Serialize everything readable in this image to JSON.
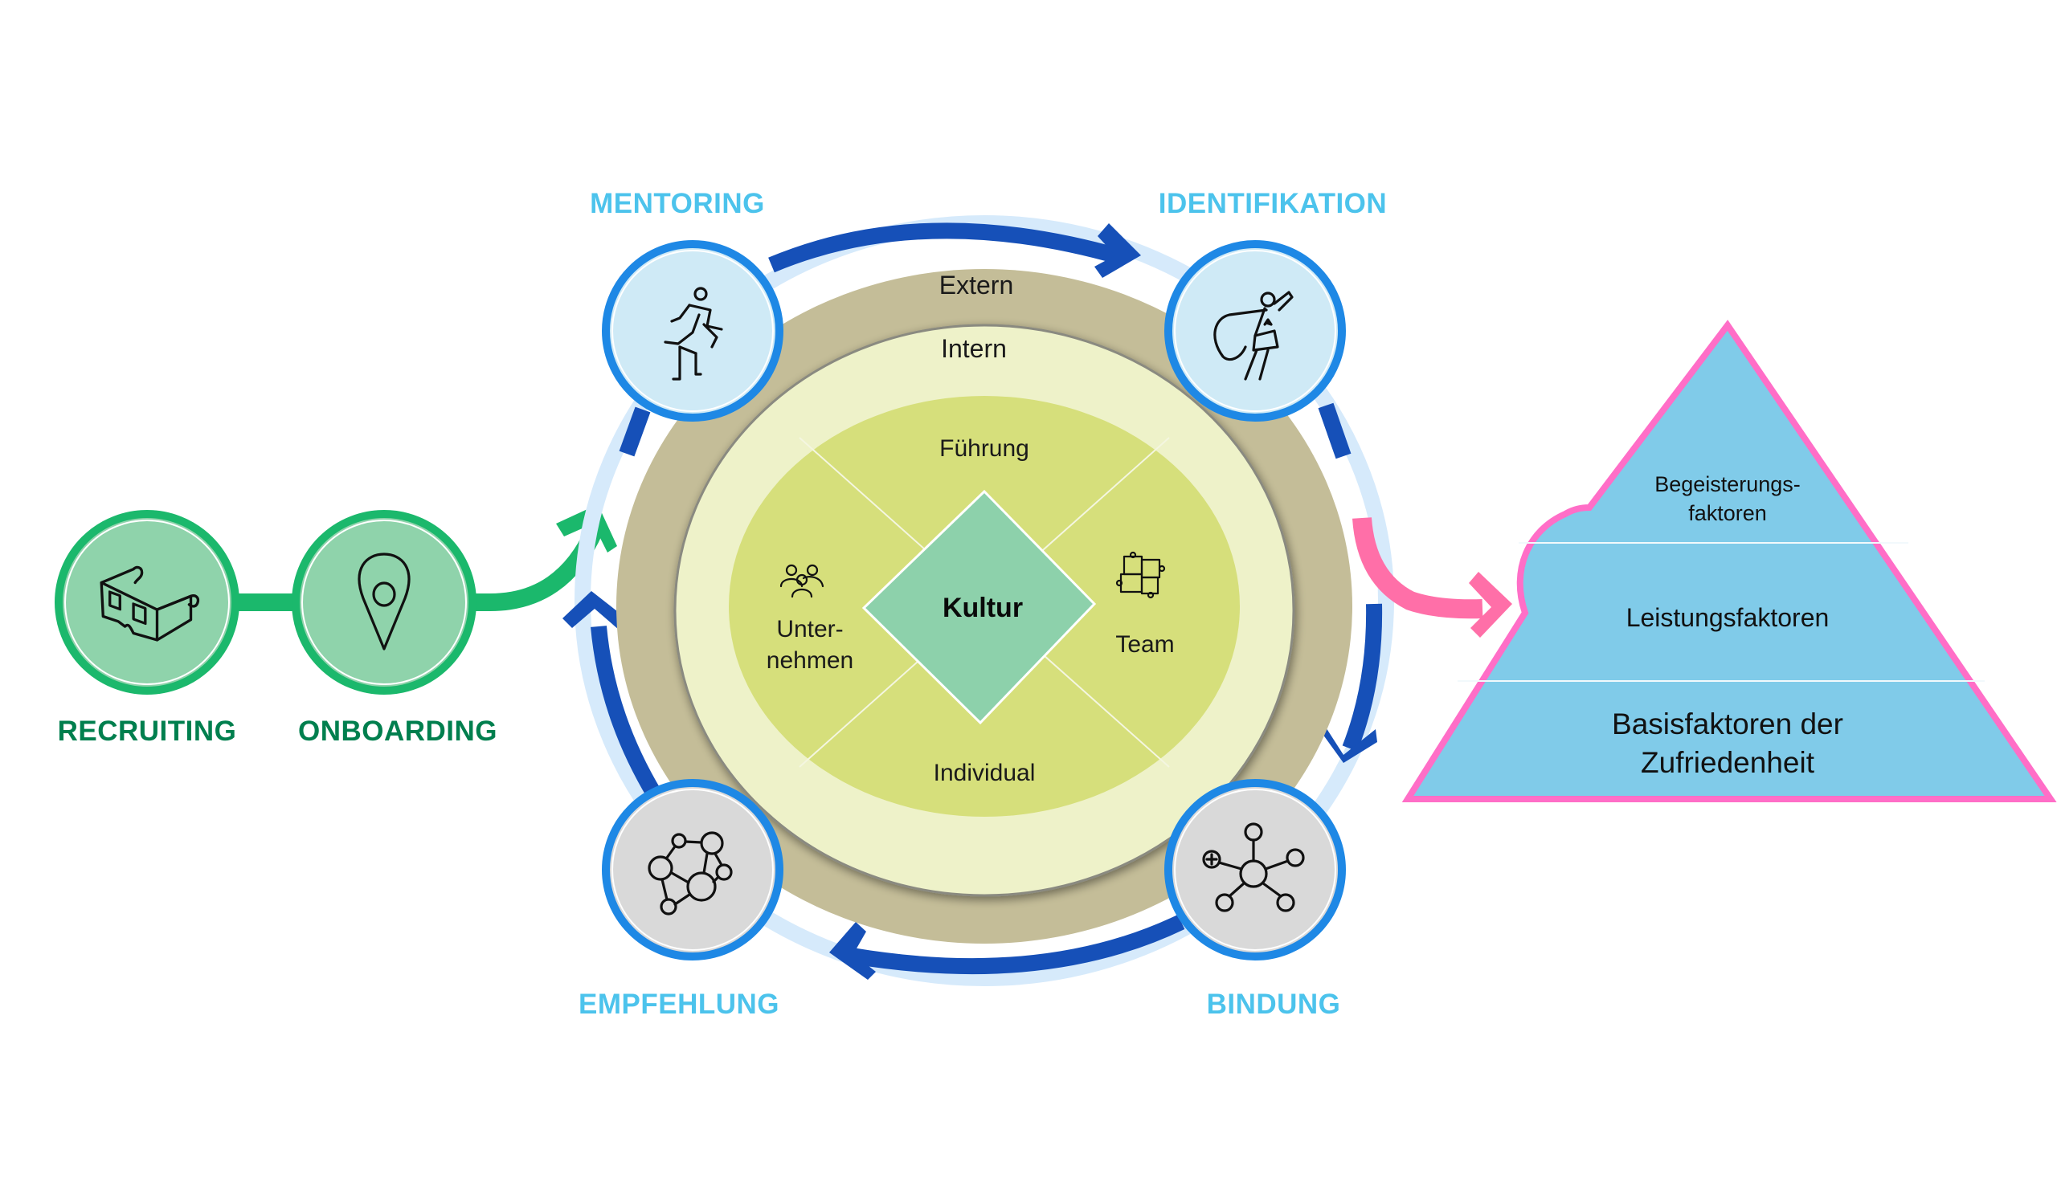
{
  "colors": {
    "cycle_arrow": "#1650b8",
    "cycle_track": "#d6eafb",
    "satellite_ring": "#1e88e5",
    "satellite_fill_top": "#cfeaf6",
    "satellite_fill_bottom": "#d9d9d9",
    "extern": "#c4bd98",
    "intern": "#eef2c9",
    "core_segments": "#d6df7b",
    "kultur": "#8dd1ab",
    "entry_green": "#1bb86c",
    "entry_fill": "#8fd3ab",
    "entry_label": "#007f4e",
    "stage_label": "#4cc3ec",
    "pyramid_fill": "#80cbe9",
    "pyramid_border": "#ff6ec7",
    "pink_arrow": "#ff6fa8"
  },
  "entry": {
    "steps": [
      {
        "label": "RECRUITING",
        "icon": "3d-glasses-icon"
      },
      {
        "label": "ONBOARDING",
        "icon": "map-pin-icon"
      }
    ]
  },
  "cycle": {
    "stages": [
      {
        "label": "MENTORING",
        "icon": "hurdle-runner-icon"
      },
      {
        "label": "IDENTIFIKATION",
        "icon": "superhero-icon"
      },
      {
        "label": "BINDUNG",
        "icon": "social-engagement-icon"
      },
      {
        "label": "EMPFEHLUNG",
        "icon": "network-people-icon"
      }
    ]
  },
  "culture": {
    "outer_ring": "Extern",
    "inner_ring": "Intern",
    "segments": {
      "top": "Führung",
      "right": "Team",
      "bottom": "Individual",
      "left_line1": "Unter-",
      "left_line2": "nehmen"
    },
    "segment_icons": {
      "left": "people-group-icon",
      "right": "puzzle-icon"
    },
    "core": "Kultur"
  },
  "pyramid": {
    "levels": [
      {
        "line1": "Begeisterungs-",
        "line2": "faktoren"
      },
      {
        "line1": "Leistungsfaktoren"
      },
      {
        "line1": "Basisfaktoren der",
        "line2": "Zufriedenheit"
      }
    ]
  }
}
